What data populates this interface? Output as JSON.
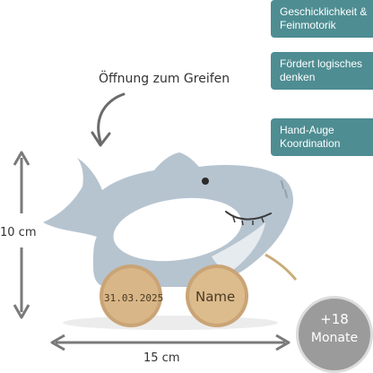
{
  "badges": [
    {
      "line1": "Geschicklichkeit &",
      "line2": "Feinmotorik"
    },
    {
      "line1": "Fördert logisches",
      "line2": "denken"
    },
    {
      "line1": "Hand-Auge",
      "line2": "Koordination"
    }
  ],
  "caption": "Öffnung zum Greifen",
  "height_label": "10 cm",
  "width_label": "15 cm",
  "wheel_left_text": "31.03.2025",
  "wheel_right_text": "Name",
  "age_badge": {
    "line1": "+18",
    "line2": "Monate"
  },
  "colors": {
    "badge": "#4e8d92",
    "shark": "#b6c4d0",
    "wood": "#d8b687",
    "age_badge": "#9b9b9b"
  }
}
